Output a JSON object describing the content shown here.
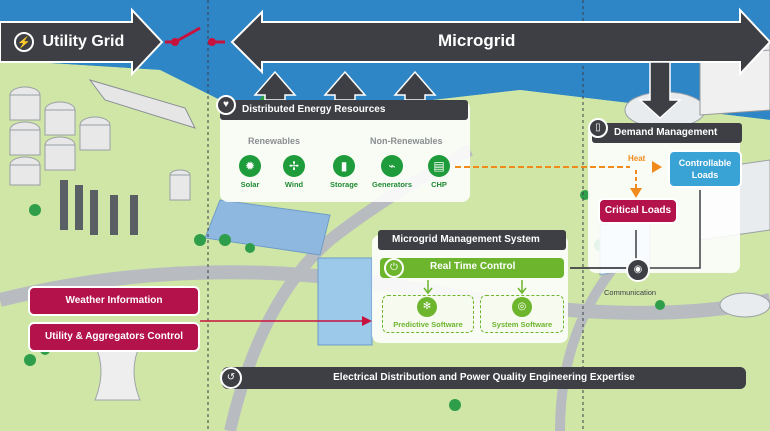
{
  "header": {
    "utility_grid": "Utility Grid",
    "microgrid": "Microgrid"
  },
  "der": {
    "title": "Distributed Energy Resources",
    "renewables_label": "Renewables",
    "nonrenewables_label": "Non-Renewables",
    "items": [
      {
        "label": "Solar",
        "icon": "sun-icon"
      },
      {
        "label": "Wind",
        "icon": "wind-turbine-icon"
      },
      {
        "label": "Storage",
        "icon": "battery-icon"
      },
      {
        "label": "Generators",
        "icon": "generator-icon"
      },
      {
        "label": "CHP",
        "icon": "chp-icon"
      }
    ]
  },
  "demand": {
    "title": "Demand Management",
    "heat_label": "Heat",
    "controllable_loads": "Controllable Loads",
    "critical_loads": "Critical Loads",
    "communication": "Communication"
  },
  "mms": {
    "title": "Microgrid Management System",
    "real_time_control": "Real Time Control",
    "predictive_software": "Predictive Software",
    "system_software": "System Software"
  },
  "inputs": {
    "weather": "Weather Information",
    "utility_aggregators": "Utility & Aggregators Control"
  },
  "footer": {
    "expertise": "Electrical Distribution and Power Quality Engineering Expertise"
  },
  "colors": {
    "dark_arrow": "#3d3f45",
    "green": "#1e9b3a",
    "light_green": "#6cb52d",
    "crimson": "#b3124a",
    "blue": "#3aa3d6",
    "orange": "#f08a1c",
    "water": "#2f86c6"
  }
}
